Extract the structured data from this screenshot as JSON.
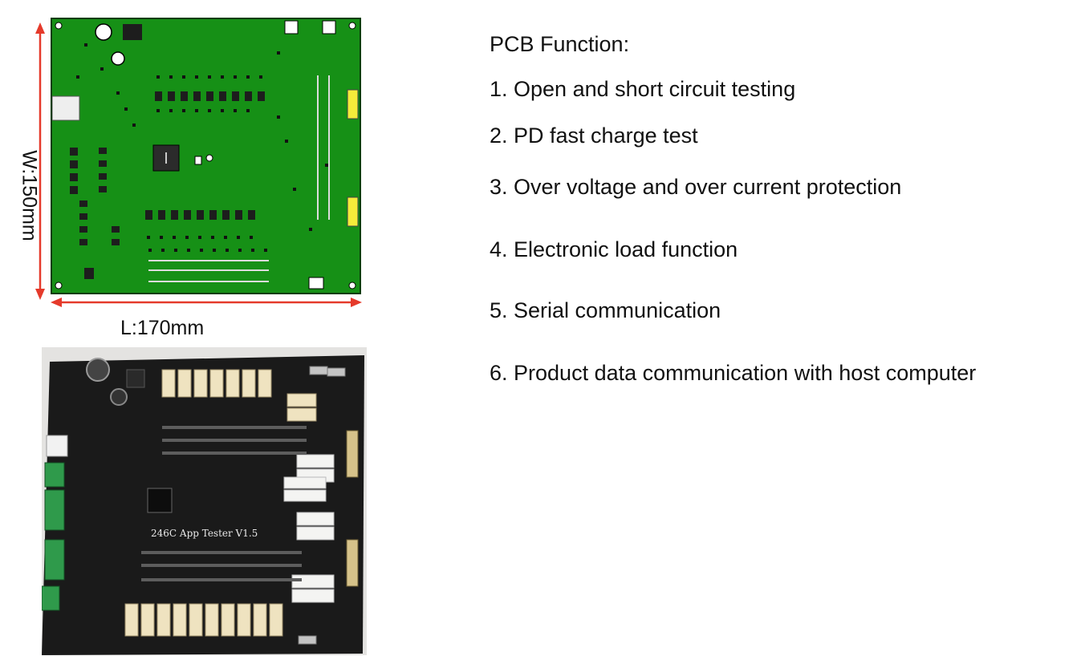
{
  "functions": {
    "heading": "PCB Function:",
    "items": [
      "1. Open and short circuit testing",
      "2. PD fast charge test",
      "3. Over voltage and over current protection",
      "4. Electronic load function",
      "5. Serial communication",
      "6. Product data communication with host computer"
    ]
  },
  "dimensions": {
    "width_label": "W:150mm",
    "length_label": "L:170mm"
  },
  "photo": {
    "silkscreen": "246C App Tester V1.5"
  },
  "colors": {
    "pcb_green": "#169016",
    "dimension_arrow": "#e53a2b",
    "connector_yellow": "#f4ec3a",
    "photo_board": "#1a1a1a"
  }
}
